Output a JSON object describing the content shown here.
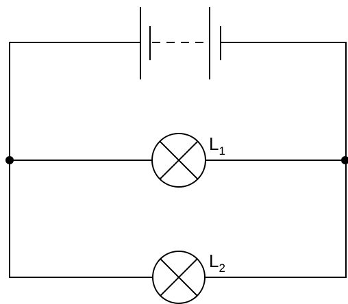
{
  "components": {
    "lamp_1": {
      "letter": "L",
      "subscript": "1"
    },
    "lamp_2": {
      "letter": "L",
      "subscript": "2"
    }
  }
}
